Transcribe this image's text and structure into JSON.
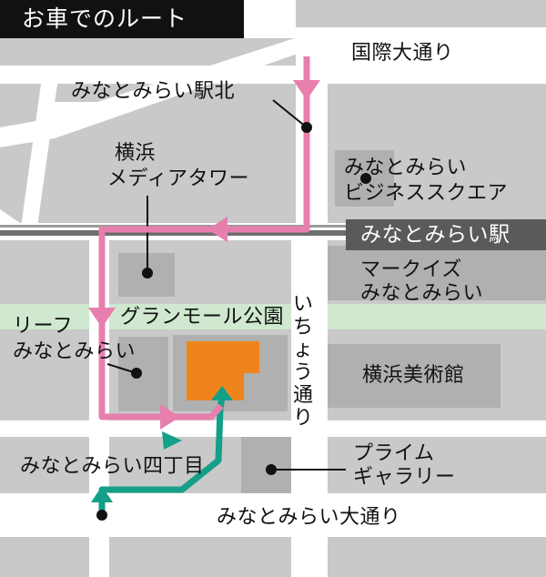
{
  "title": "お車でのルート",
  "colors": {
    "background": "#ffffff",
    "block": "#c9c9c9",
    "park": "#cfe8cf",
    "building": "#b0b0b0",
    "destination": "#f0841c",
    "route_pink": "#e77fae",
    "route_green": "#14a088",
    "rail": "#6e6e6e",
    "station_tag": "#5a5a5a",
    "title_bar": "#111111"
  },
  "labels": {
    "kokusai_odori": "国際大通り",
    "mm_kita": "みなとみらい駅北",
    "media_tower_1": "横浜",
    "media_tower_2": "メディアタワー",
    "business_square_1": "みなとみらい",
    "business_square_2": "ビジネススクエア",
    "mm_station": "みなとみらい駅",
    "marquise_1": "マークイズ",
    "marquise_2": "みなとみらい",
    "grand_mall": "グランモール公園",
    "leaf_1": "リーフ",
    "leaf_2": "みなとみらい",
    "icho_odori": "いちょう通り",
    "museum": "横浜美術館",
    "prime_1": "プライム",
    "prime_2": "ギャラリー",
    "yonchome": "みなとみらい四丁目",
    "mm_odori": "みなとみらい大通り"
  }
}
